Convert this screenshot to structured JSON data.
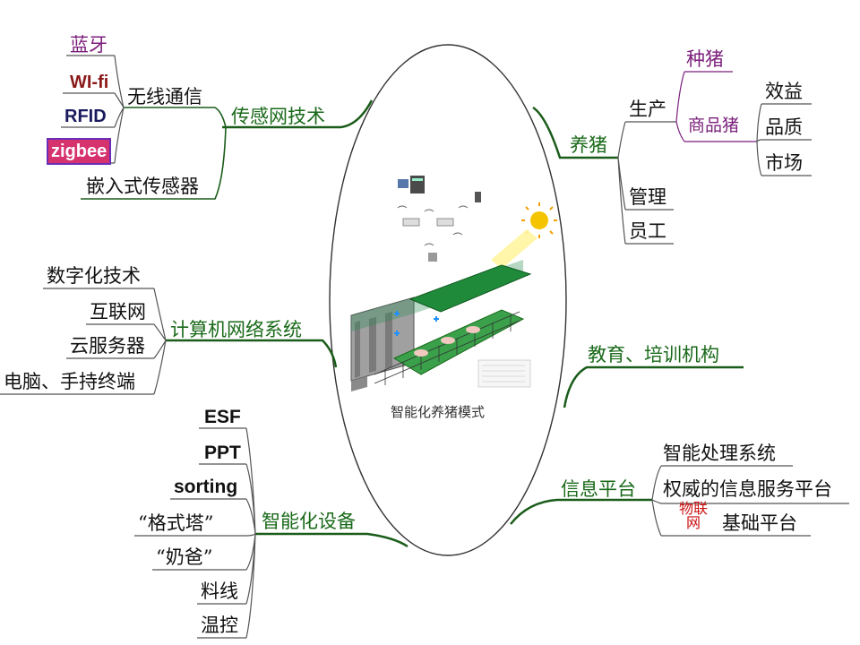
{
  "center": {
    "caption": "智能化养猪模式",
    "image": "farm-illustration"
  },
  "left": {
    "sensor": {
      "label": "传感网技术",
      "wireless": {
        "label": "无线通信",
        "items": [
          "蓝牙",
          "WI-fi",
          "RFID",
          "zigbee"
        ]
      },
      "embedded": "嵌入式传感器"
    },
    "computer": {
      "label": "计算机网络系统",
      "items": [
        "数字化技术",
        "互联网",
        "云服务器",
        "电脑、手持终端"
      ]
    },
    "devices": {
      "label": "智能化设备",
      "items": [
        "ESF",
        "PPT",
        "sorting",
        "“格式塔”",
        "“奶爸”",
        "料线",
        "温控"
      ]
    }
  },
  "right": {
    "pig": {
      "label": "养猪",
      "production": {
        "label": "生产",
        "breeding": "种猪",
        "commercial": {
          "label": "商品猪",
          "items": [
            "效益",
            "品质",
            "市场"
          ]
        }
      },
      "management": "管理",
      "staff": "员工"
    },
    "education": "教育、培训机构",
    "info": {
      "label": "信息平台",
      "items": [
        "智能处理系统",
        "权威的信息服务平台",
        "基础平台"
      ],
      "iot": "物联网"
    }
  },
  "colors": {
    "branch": "#1a5c1a",
    "green_text": "#1a6a1a",
    "purple_text": "#7b1f7b",
    "zigbee_bg": "#d6326e"
  }
}
